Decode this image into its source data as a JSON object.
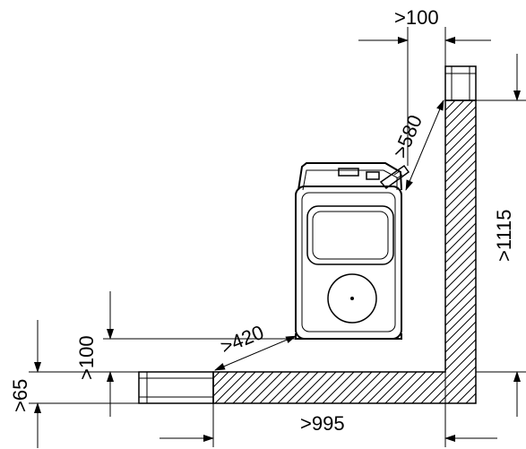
{
  "dimensions": {
    "top_clearance": ">100",
    "rear_diagonal": ">580",
    "wall_height": ">1115",
    "front_diagonal": ">420",
    "floor_clearance": ">100",
    "floor_thickness": ">65",
    "floor_length": ">995"
  },
  "colors": {
    "line": "#000000",
    "background": "#ffffff"
  }
}
